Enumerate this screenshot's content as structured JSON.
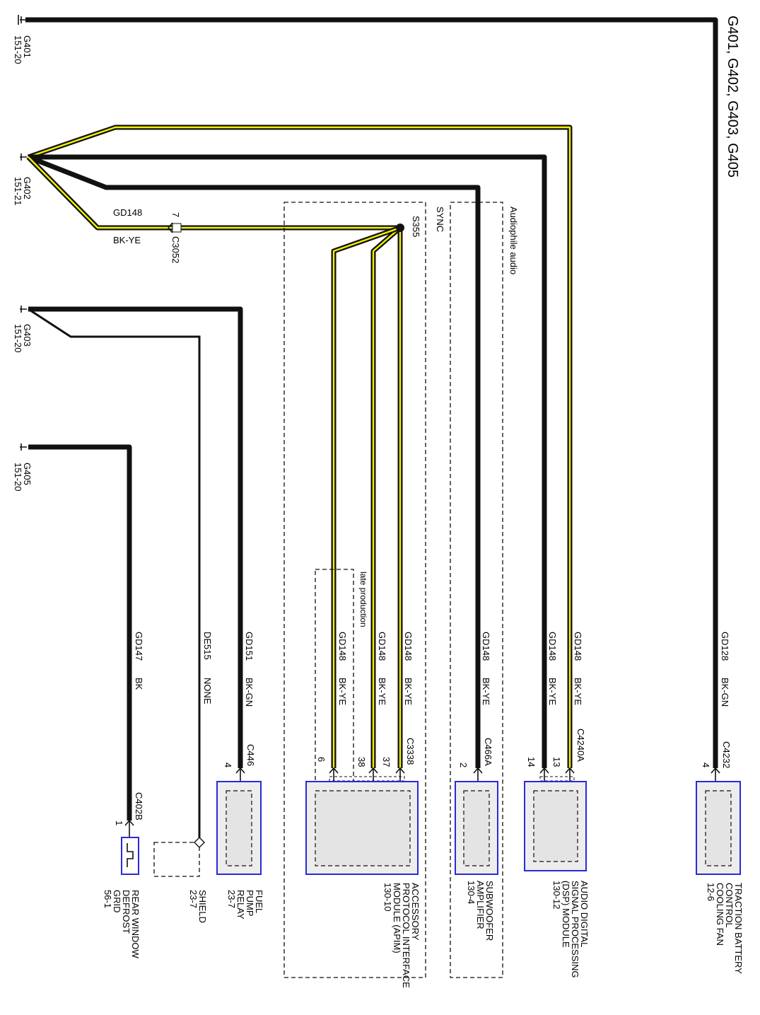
{
  "title": "G401, G402, G403, G405",
  "grounds": [
    {
      "id": "G401",
      "ref": "151-20"
    },
    {
      "id": "G402",
      "ref": "151-21"
    },
    {
      "id": "G403",
      "ref": "151-20"
    },
    {
      "id": "G405",
      "ref": "151-20"
    }
  ],
  "splice": {
    "id": "S355"
  },
  "inline_connector": {
    "id": "C3052",
    "pin": "7",
    "circuit": "GD148",
    "color": "BK-YE"
  },
  "regions": {
    "sync": "SYNC",
    "audiophile": "Audiophile audio",
    "late_production": "late production"
  },
  "wires": [
    {
      "circuit": "GD147",
      "color": "BK"
    },
    {
      "circuit": "DE515",
      "color": "NONE"
    },
    {
      "circuit": "GD151",
      "color": "BK-GN"
    },
    {
      "circuit": "GD148",
      "color": "BK-YE"
    },
    {
      "circuit": "GD148",
      "color": "BK-YE"
    },
    {
      "circuit": "GD148",
      "color": "BK-YE"
    },
    {
      "circuit": "GD148",
      "color": "BK-YE"
    },
    {
      "circuit": "GD148",
      "color": "BK-YE"
    },
    {
      "circuit": "GD148",
      "color": "BK-YE"
    },
    {
      "circuit": "GD128",
      "color": "BK-GN"
    }
  ],
  "connectors": [
    {
      "id": "C402B",
      "pin": "1"
    },
    {
      "id": "C446",
      "pin": "4"
    },
    {
      "id": "C3338",
      "pins": [
        "37",
        "38",
        "6"
      ]
    },
    {
      "id": "C466A",
      "pin": "2"
    },
    {
      "id": "C4240A",
      "pins": [
        "13",
        "14"
      ]
    },
    {
      "id": "C4232",
      "pin": "4"
    }
  ],
  "components": [
    {
      "name": "REAR WINDOW DEFROST GRID",
      "lines": [
        "REAR WINDOW",
        "DEFROST",
        "GRID"
      ],
      "ref": "56-1"
    },
    {
      "name": "SHIELD",
      "lines": [
        "SHIELD"
      ],
      "ref": "23-7"
    },
    {
      "name": "FUEL PUMP RELAY",
      "lines": [
        "FUEL",
        "PUMP",
        "RELAY"
      ],
      "ref": "23-7"
    },
    {
      "name": "ACCESSORY PROTOCOL INTERFACE MODULE (APIM)",
      "lines": [
        "ACCESSORY",
        "PROTOCOL INTERFACE",
        "MODULE (APIM)"
      ],
      "ref": "130-10"
    },
    {
      "name": "SUBWOOFER AMPLIFIER",
      "lines": [
        "SUBWOOFER",
        "AMPLIFIER"
      ],
      "ref": "130-4"
    },
    {
      "name": "AUDIO DIGITAL SIGNAL PROCESSING (DSP) MODULE",
      "lines": [
        "AUDIO DIGITAL",
        "SIGNAL PROCESSING",
        "(DSP) MODULE"
      ],
      "ref": "130-12"
    },
    {
      "name": "TRACTION BATTERY CONTROL COOLING FAN",
      "lines": [
        "TRACTION BATTERY",
        "CONTROL",
        "COOLING FAN"
      ],
      "ref": "12-6"
    }
  ],
  "colors": {
    "wire_black": "#111111",
    "wire_yellow": "#f4f000",
    "component_border": "#2a2ad8",
    "component_fill": "#ededed"
  }
}
